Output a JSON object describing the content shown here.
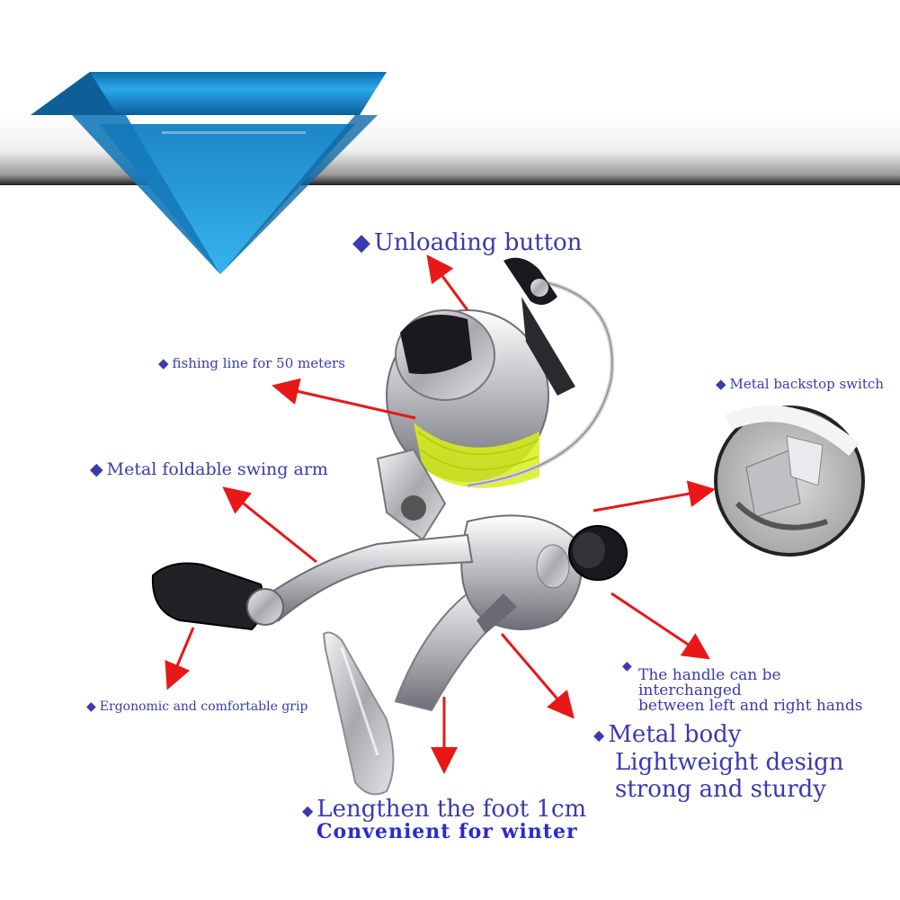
{
  "colors": {
    "label_text": "#3a3ab0",
    "subtitle_text": "#2a2ad0",
    "arrow": "#e81818",
    "banner_blue": "#1a8fd0",
    "reel_silver": "#c8c8cc",
    "line_yellow": "#d8f018"
  },
  "labels": {
    "unloading": "Unloading button",
    "fishing_line": "fishing line for 50 meters",
    "backstop": "Metal backstop switch",
    "swing_arm": "Metal foldable swing arm",
    "handle_line1": "The handle can be",
    "handle_line2": "interchanged",
    "handle_line3": "between left and right hands",
    "grip": "Ergonomic and comfortable grip",
    "metal_body_line1": "Metal body",
    "metal_body_line2": "Lightweight design",
    "metal_body_line3": "strong and sturdy",
    "foot": "Lengthen the foot 1cm",
    "winter": "Convenient for winter"
  },
  "bullet": "◆"
}
